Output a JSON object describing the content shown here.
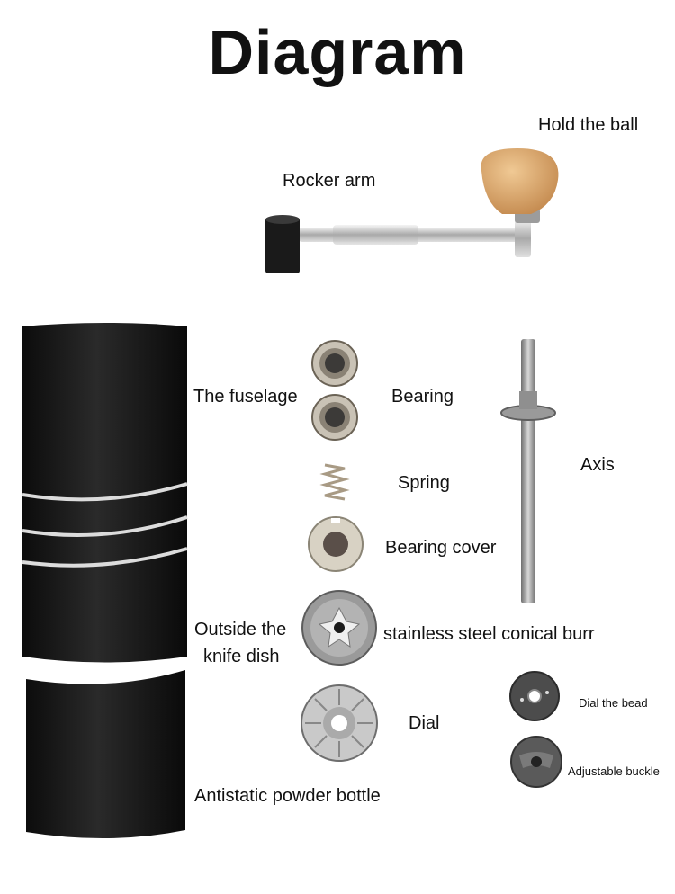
{
  "title": "Diagram",
  "labels": {
    "hold_the_ball": "Hold the ball",
    "rocker_arm": "Rocker arm",
    "the_fuselage": "The fuselage",
    "bearing": "Bearing",
    "axis": "Axis",
    "spring": "Spring",
    "bearing_cover": "Bearing cover",
    "outside_knife_dish_line1": "Outside the",
    "outside_knife_dish_line2": "knife dish",
    "stainless_burr": "stainless steel conical burr",
    "dial": "Dial",
    "dial_the_bead": "Dial the bead",
    "adjustable_buckle": "Adjustable buckle",
    "antistatic_bottle": "Antistatic powder bottle"
  },
  "colors": {
    "body_black": "#111111",
    "ring_silver": "#d9d9d9",
    "wood": "#d9a66d",
    "steel": "#b8b8b8",
    "dark_steel": "#555555"
  }
}
